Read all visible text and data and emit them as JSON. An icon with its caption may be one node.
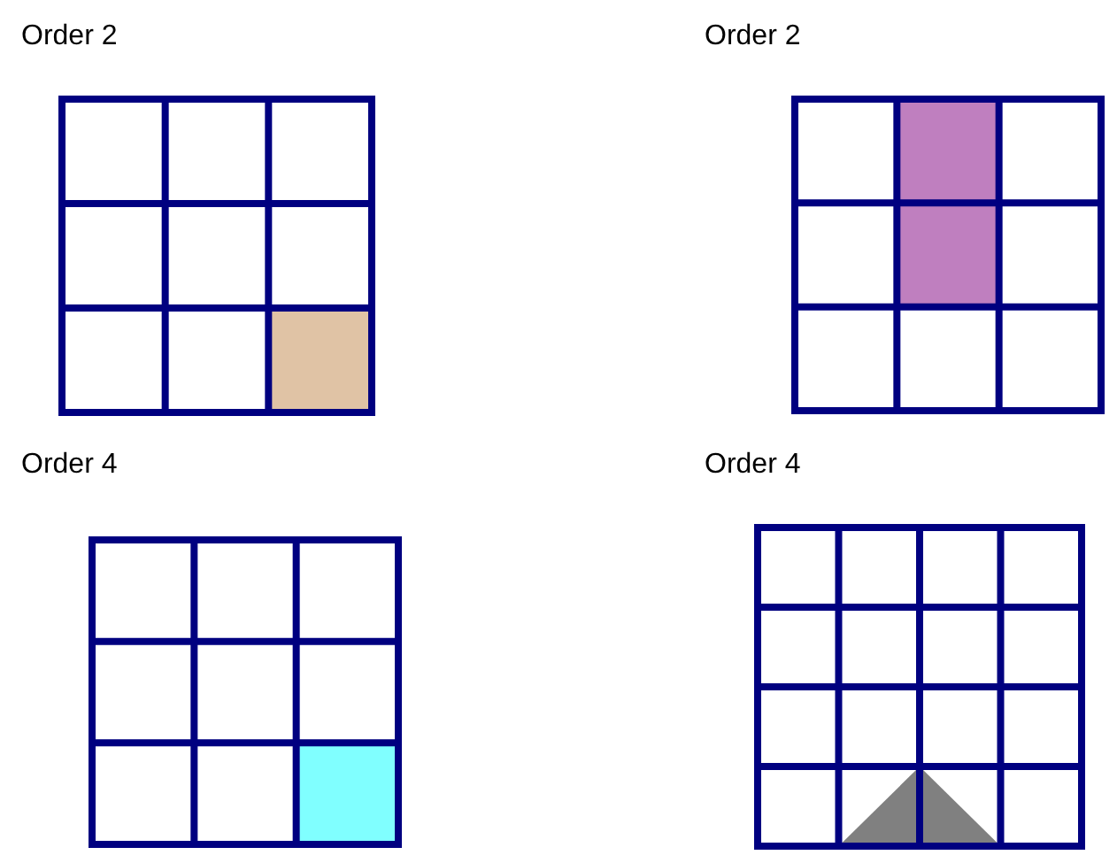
{
  "diagram": {
    "labels": [
      "Order 2",
      "Order 2",
      "Order 4",
      "Order 4"
    ]
  }
}
